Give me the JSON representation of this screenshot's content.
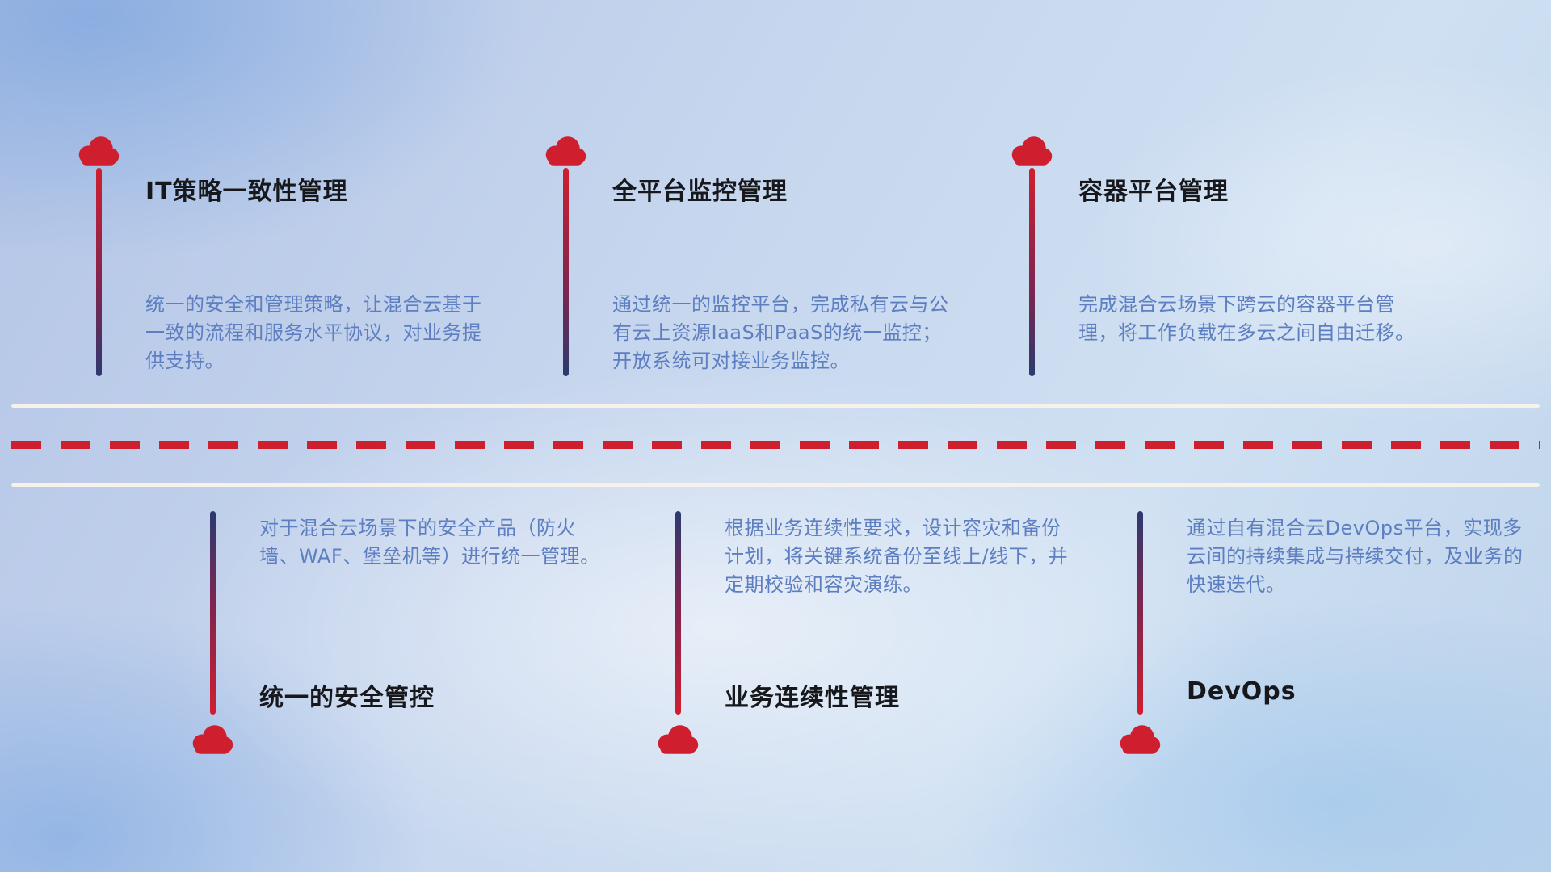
{
  "colors": {
    "accent_red": "#cf1f2f",
    "accent_navy": "#2c3a6e",
    "title_text": "#17181c",
    "description_text": "#5d7ec0",
    "band_line": "#f6f2ea",
    "background_base": "#c6d6ee"
  },
  "top_items": [
    {
      "title": "IT策略一致性管理",
      "desc": "统一的安全和管理策略，让混合云基于一致的流程和服务水平协议，对业务提供支持。"
    },
    {
      "title": "全平台监控管理",
      "desc": "通过统一的监控平台，完成私有云与公有云上资源IaaS和PaaS的统一监控；开放系统可对接业务监控。"
    },
    {
      "title": "容器平台管理",
      "desc": "完成混合云场景下跨云的容器平台管理，将工作负载在多云之间自由迁移。"
    }
  ],
  "bottom_items": [
    {
      "title": "统一的安全管控",
      "desc": "对于混合云场景下的安全产品（防火墙、WAF、堡垒机等）进行统一管理。"
    },
    {
      "title": "业务连续性管理",
      "desc": "根据业务连续性要求，设计容灾和备份计划，将关键系统备份至线上/线下，并定期校验和容灾演练。"
    },
    {
      "title": "DevOps",
      "desc": "通过自有混合云DevOps平台，实现多云间的持续集成与持续交付，及业务的快速迭代。"
    }
  ]
}
